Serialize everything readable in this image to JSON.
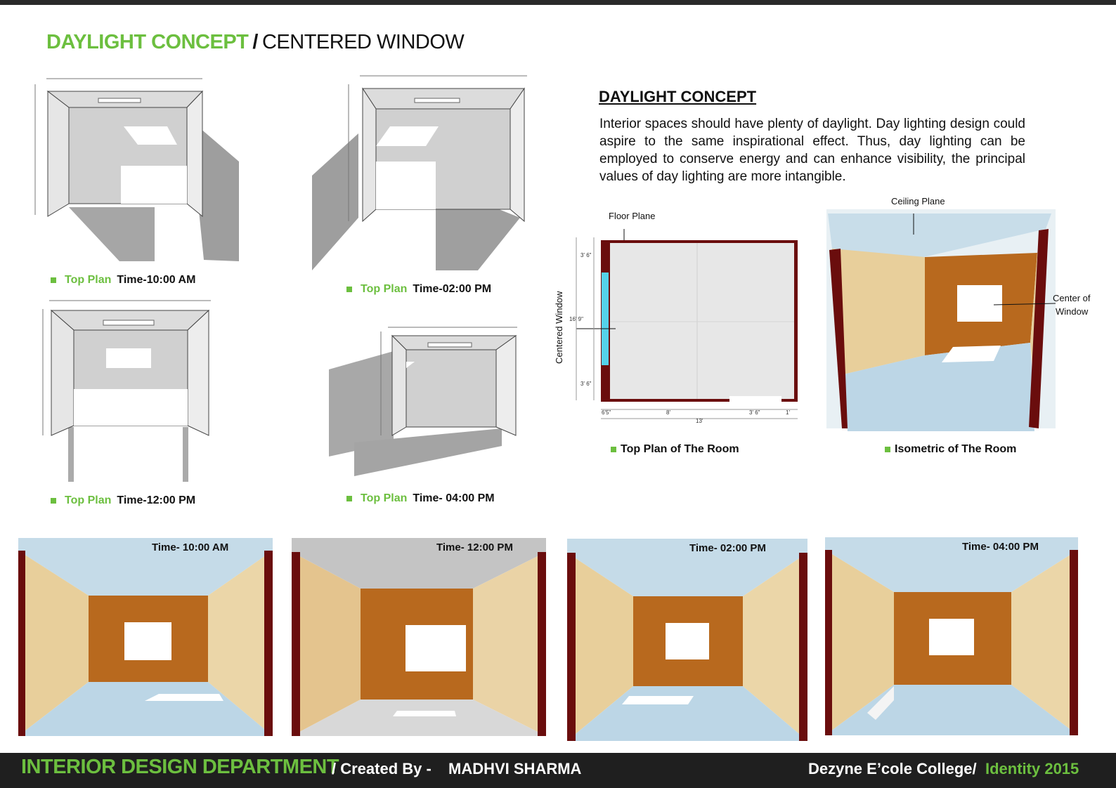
{
  "title": {
    "green": "DAYLIGHT CONCEPT",
    "separator": "/",
    "black": "CENTERED WINDOW"
  },
  "plans": [
    {
      "label": "Top Plan",
      "time": "Time-10:00 AM"
    },
    {
      "label": "Top Plan",
      "time": "Time-02:00 PM"
    },
    {
      "label": "Top Plan",
      "time": "Time-12:00 PM"
    },
    {
      "label": "Top Plan",
      "time": "Time- 04:00 PM"
    }
  ],
  "concept": {
    "heading": "DAYLIGHT CONCEPT",
    "text": "Interior spaces should have plenty of daylight. Day lighting design could aspire to the same inspirational effect. Thus, day lighting can be employed to conserve energy and can enhance visibility, the principal values of day lighting are more intangible."
  },
  "room_plan": {
    "floor_label": "Floor Plane",
    "window_label": "Centered Window",
    "caption": "Top Plan of The Room",
    "dims": {
      "top": "3' 6\"",
      "mid": "16'  9\"",
      "bottom": "3' 6\"",
      "b1": "6'5\"",
      "b2": "8'",
      "b3": "3' 6\"",
      "b4": "1'",
      "total": "13'"
    }
  },
  "isometric": {
    "ceiling_label": "Ceiling  Plane",
    "center_label_1": "Center of",
    "center_label_2": "Window",
    "caption": "Isometric  of The Room"
  },
  "renders": [
    {
      "time": "Time- 10:00 AM"
    },
    {
      "time": "Time- 12:00 PM"
    },
    {
      "time": "Time- 02:00 PM"
    },
    {
      "time": "Time- 04:00 PM"
    }
  ],
  "footer": {
    "department": "INTERIOR DESIGN DEPARTMENT",
    "created": "/ Created By -",
    "name": "MADHVI SHARMA",
    "college": "Dezyne E’cole College/",
    "identity": "Identity 2015"
  },
  "colors": {
    "accent_green": "#6cbf3f",
    "back_wall": "#b8691e",
    "side_wall": "#e8cf9b",
    "floor": "#b9d6e6",
    "ceiling": "#c5dbe8",
    "frame": "#6a0d0d"
  }
}
